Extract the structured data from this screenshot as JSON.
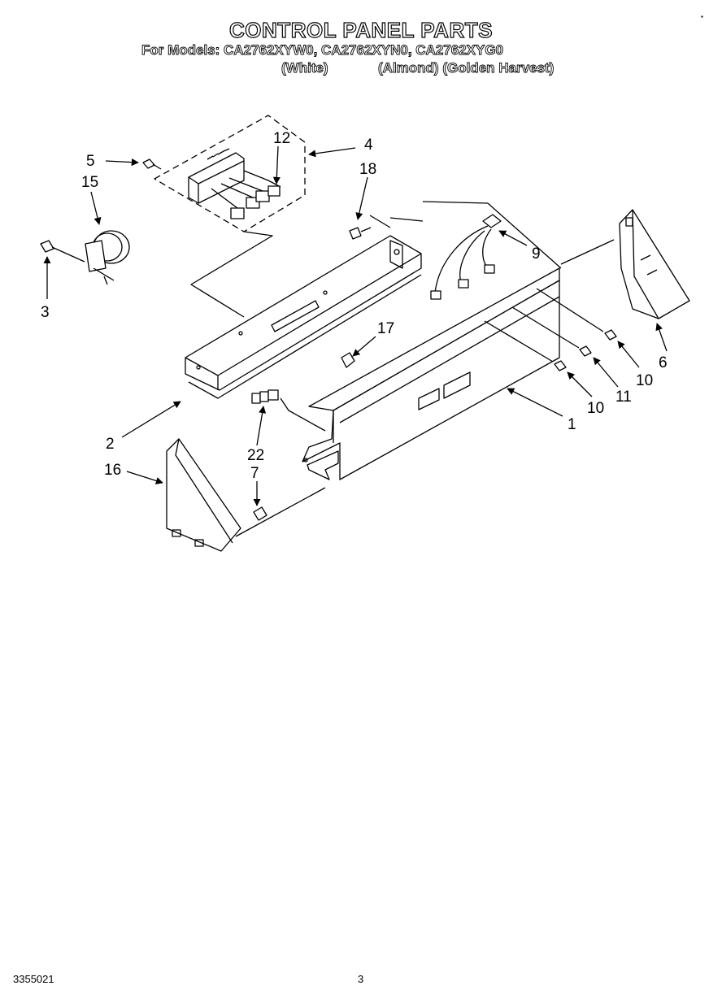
{
  "header": {
    "title": "CONTROL PANEL PARTS",
    "models_line": "For Models: CA2762XYW0, CA2762XYN0, CA2762XYG0",
    "color_white": "(White)",
    "color_almond_golden": "(Almond) (Golden Harvest)"
  },
  "callouts": {
    "c1": "1",
    "c2": "2",
    "c3": "3",
    "c4": "4",
    "c5": "5",
    "c6": "6",
    "c7": "7",
    "c9": "9",
    "c10a": "10",
    "c10b": "10",
    "c11": "11",
    "c12": "12",
    "c15": "15",
    "c16": "16",
    "c17": "17",
    "c18": "18",
    "c22": "22"
  },
  "footer": {
    "doc_number": "3355021",
    "page_number": "3"
  }
}
